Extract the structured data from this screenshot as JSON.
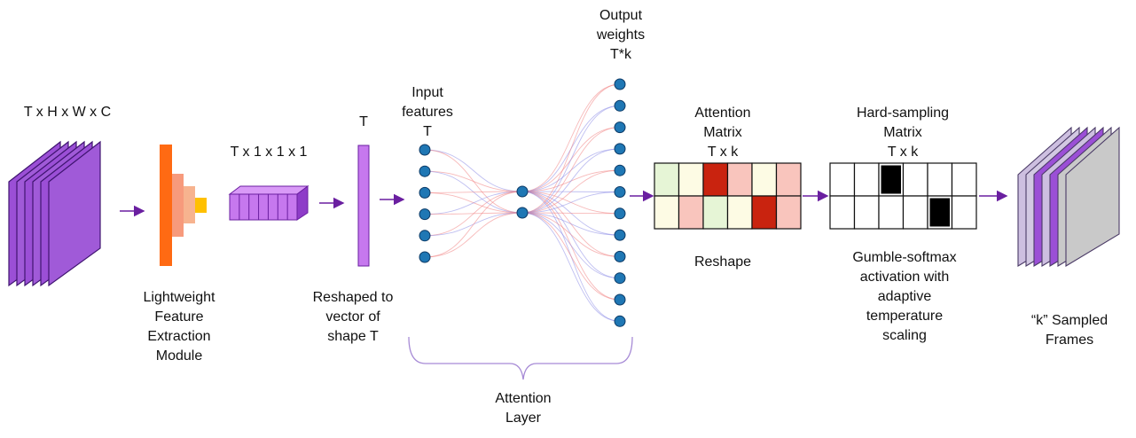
{
  "labels": {
    "input_dims": "T x H x W x C",
    "feature_module": [
      "Lightweight",
      "Feature",
      "Extraction",
      "Module"
    ],
    "pooled_dims": "T x 1 x 1 x 1",
    "vector_dim": "T",
    "reshaped": [
      "Reshaped to",
      "vector of",
      "shape T"
    ],
    "input_features": [
      "Input",
      "features",
      "T"
    ],
    "output_weights": [
      "Output",
      "weights",
      "T*k"
    ],
    "attention_layer": [
      "Attention",
      "Layer"
    ],
    "attention_matrix": [
      "Attention",
      "Matrix",
      "T x k"
    ],
    "reshape": "Reshape",
    "hard_sampling": [
      "Hard-sampling",
      "Matrix",
      "T x k"
    ],
    "gumbel": [
      "Gumble-softmax",
      "activation with",
      "adaptive",
      "temperature",
      "scaling"
    ],
    "sampled_frames": [
      "“k” Sampled",
      "Frames"
    ]
  },
  "colors": {
    "frame_purple": "#9b4fd6",
    "frame_purple_light": "#c678ee",
    "arrow": "#6a1fa0",
    "node_blue": "#1f77b4",
    "feature_orange": "#ff6a13",
    "feature_salmon": "#f79a7c",
    "feature_yellow": "#ffc000",
    "link_red": "#f08080",
    "link_blue": "#8a8ae6",
    "sampled_gray": "#c9c9c9"
  },
  "attention_matrix_cells": [
    [
      "#e6f5d6",
      "#fdfbe4",
      "#c9230f",
      "#f9c5bd",
      "#fdfbe4",
      "#f9c5bd"
    ],
    [
      "#fdfbe4",
      "#f9c5bd",
      "#e6f5d6",
      "#fdfbe4",
      "#c9230f",
      "#f9c5bd"
    ]
  ],
  "hard_sampling_cells": [
    [
      0,
      0,
      1,
      0,
      0,
      0
    ],
    [
      0,
      0,
      0,
      0,
      1,
      0
    ]
  ],
  "network": {
    "input_nodes": 6,
    "hidden_nodes": 2,
    "output_nodes": 12
  }
}
